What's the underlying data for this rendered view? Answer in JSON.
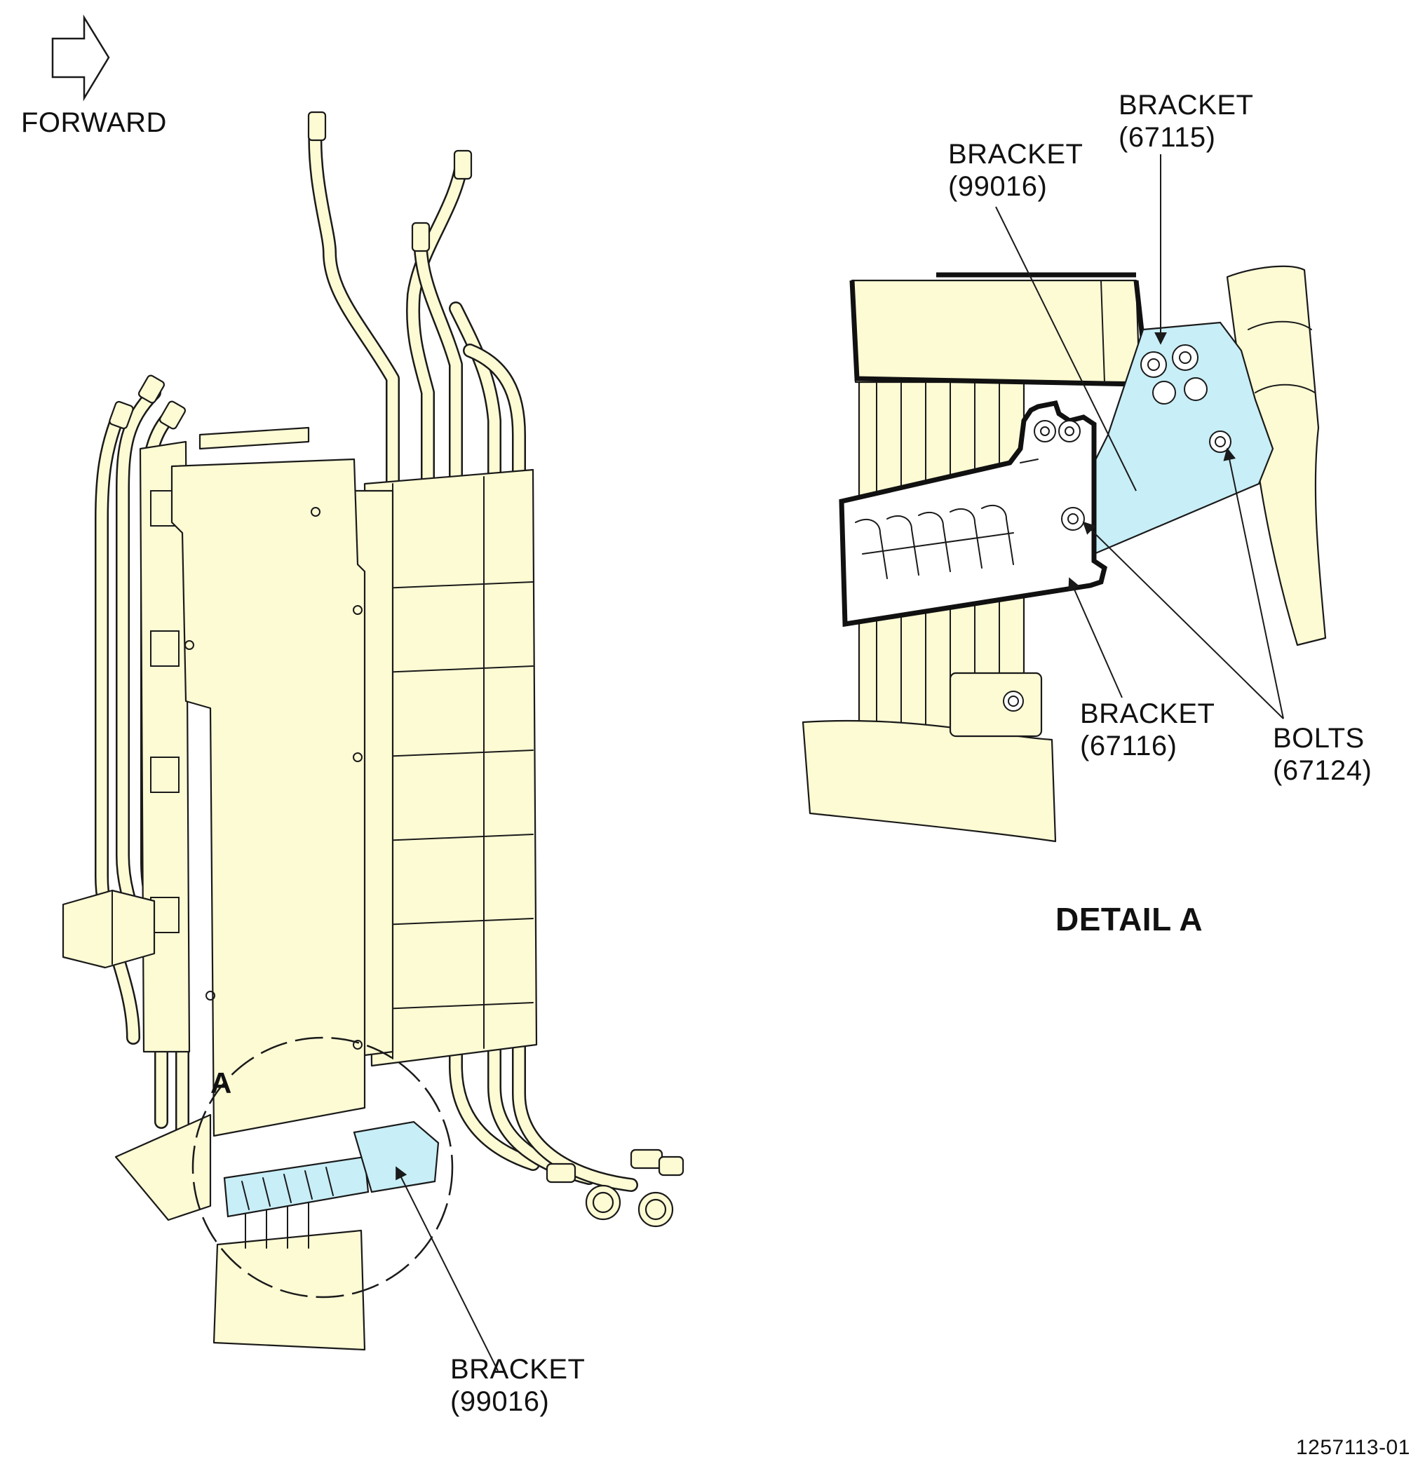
{
  "orientation": {
    "label": "FORWARD",
    "icon": "forward-arrow-icon"
  },
  "detail_marker": {
    "letter": "A"
  },
  "detail_title": "DETAIL A",
  "callouts": {
    "main_bracket": {
      "name": "BRACKET",
      "part": "(99016)"
    },
    "detail_bracket_99016": {
      "name": "BRACKET",
      "part": "(99016)"
    },
    "detail_bracket_67115": {
      "name": "BRACKET",
      "part": "(67115)"
    },
    "detail_bracket_67116": {
      "name": "BRACKET",
      "part": "(67116)"
    },
    "detail_bolts": {
      "name": "BOLTS",
      "part": "(67124)"
    }
  },
  "figure_number": "1257113-01",
  "colors": {
    "part_fill": "#fdfbd4",
    "highlight_fill": "#c8eef7",
    "line": "#1a1a1a"
  }
}
